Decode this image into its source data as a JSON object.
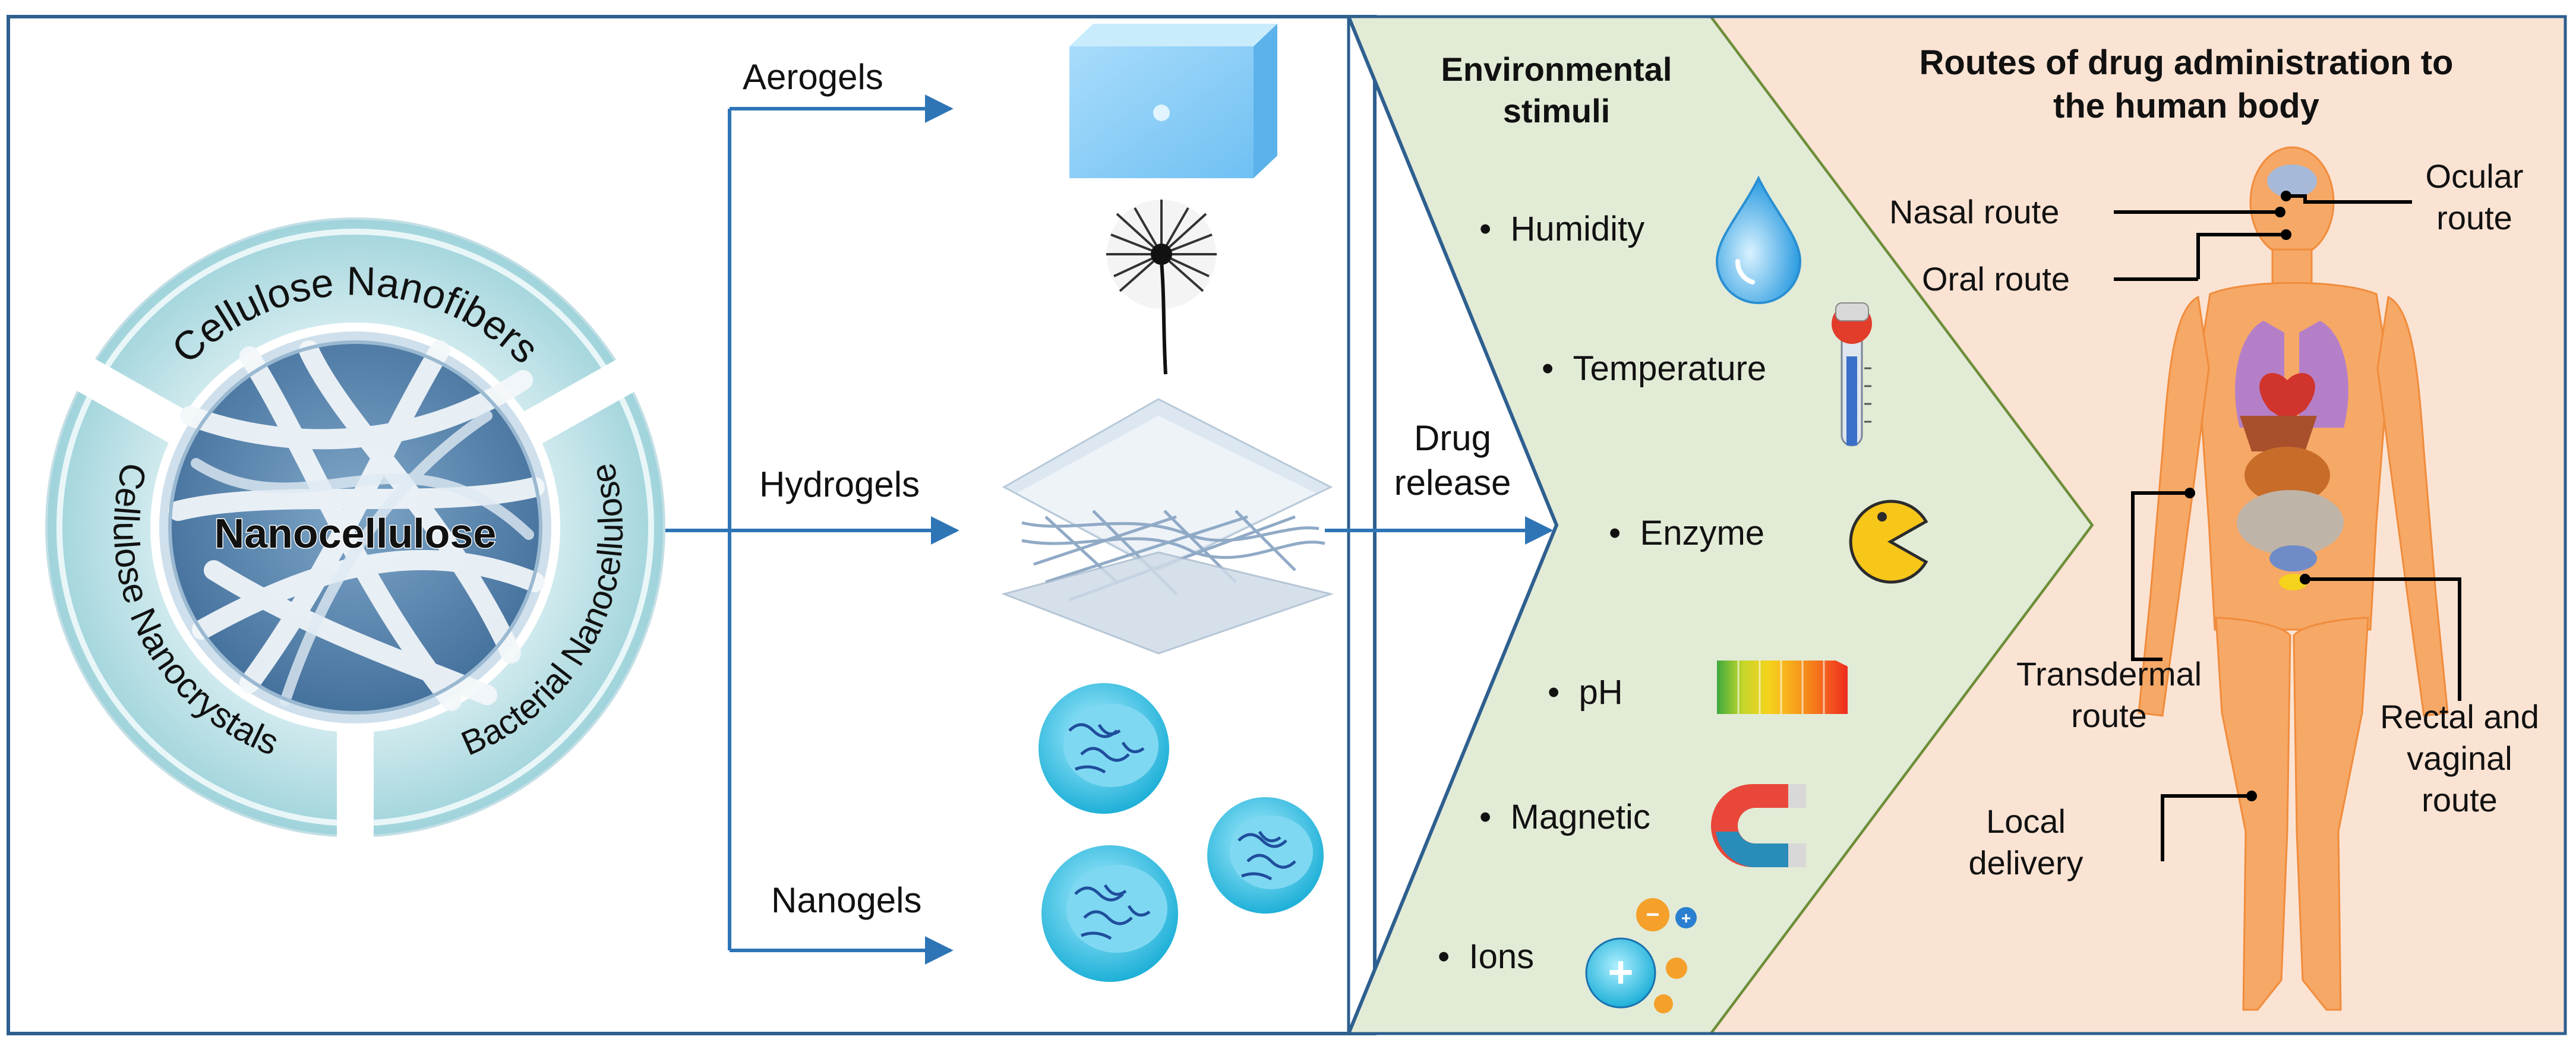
{
  "nanocellulose": {
    "center_label": "Nanocellulose",
    "ring_labels": [
      "Cellulose Nanofibers",
      "Cellulose Nanocrystals",
      "Bacterial Nanocellulose"
    ]
  },
  "gel_types": [
    "Aerogels",
    "Hydrogels",
    "Nanogels"
  ],
  "drug_release": [
    "Drug",
    "release"
  ],
  "stimuli": {
    "title": [
      "Environmental",
      "stimuli"
    ],
    "items": [
      {
        "label": "Humidity",
        "icon": "water-drop-icon"
      },
      {
        "label": "Temperature",
        "icon": "thermometer-icon"
      },
      {
        "label": "Enzyme",
        "icon": "enzyme-pacman-icon"
      },
      {
        "label": "pH",
        "icon": "ph-scale-icon"
      },
      {
        "label": "Magnetic",
        "icon": "magnet-icon"
      },
      {
        "label": "Ions",
        "icon": "ions-icon"
      }
    ]
  },
  "routes": {
    "title": [
      "Routes of drug administration to",
      "the human body"
    ],
    "nasal": "Nasal route",
    "oral": "Oral route",
    "ocular": [
      "Ocular",
      "route"
    ],
    "transdermal": [
      "Transdermal",
      "route"
    ],
    "rectal": [
      "Rectal and",
      "vaginal",
      "route"
    ],
    "local": [
      "Local",
      "delivery"
    ]
  },
  "colors": {
    "panel_border": "#2e5f8f",
    "arrow": "#2e75b6",
    "stimuli_bg": "#e2ebd6",
    "stimuli_border": "#6d8e3a",
    "routes_bg": "#fbe3d3",
    "ring_teal": "#a6d6dd",
    "body_orange": "#f5a65b"
  }
}
